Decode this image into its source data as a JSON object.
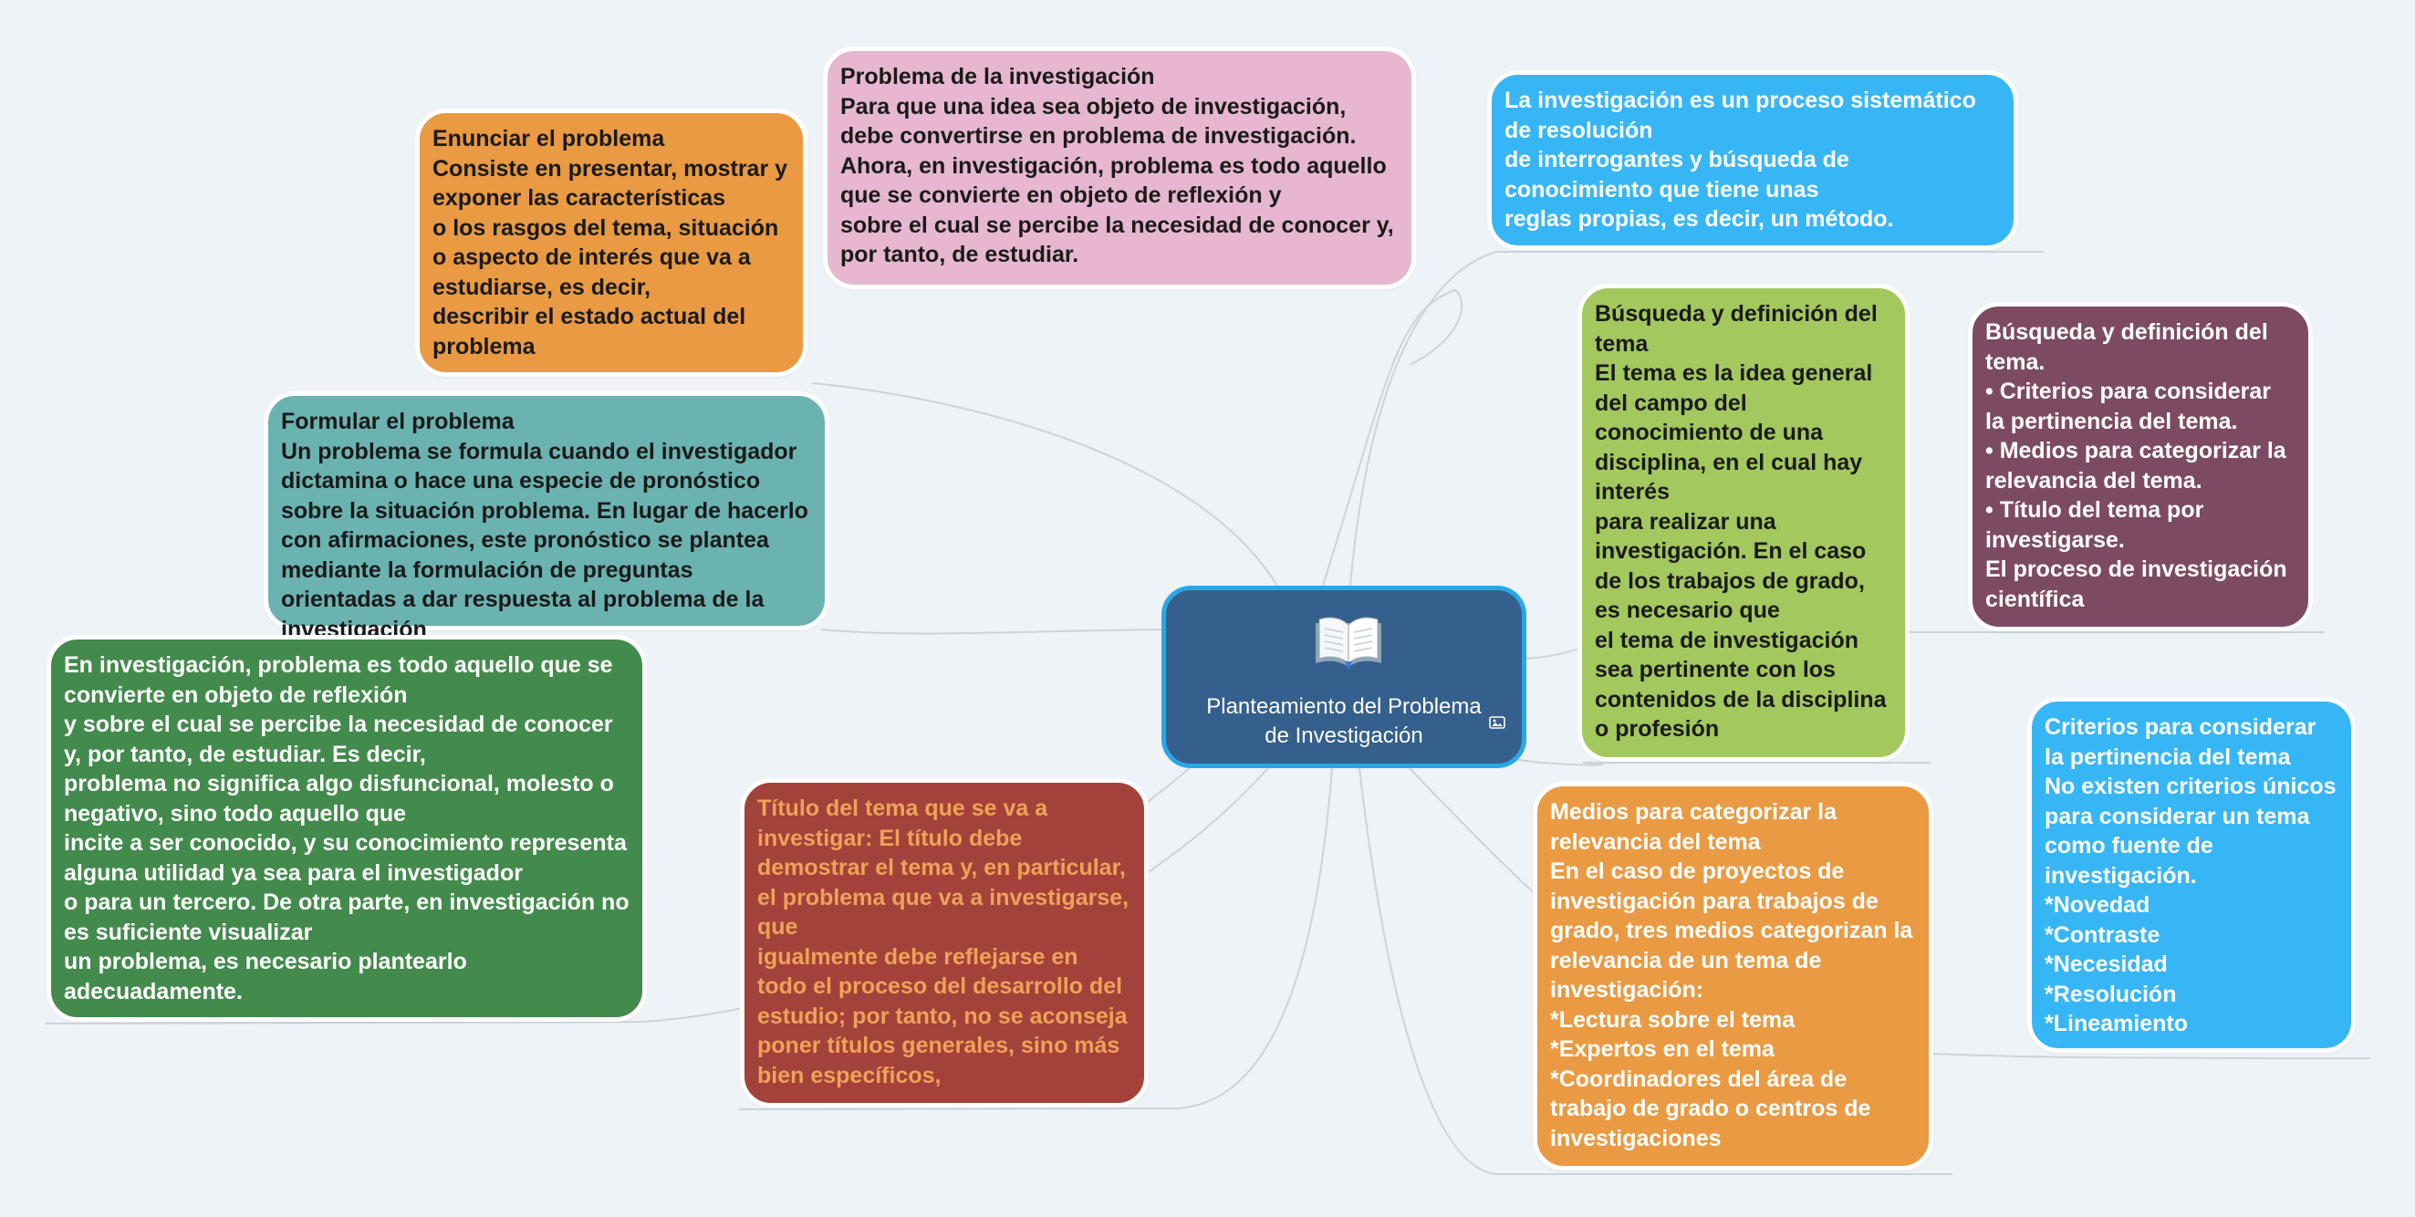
{
  "central": {
    "title": "Planteamiento del Problema\nde Investigación",
    "icon": "open-book-icon",
    "badge_icon": "image-icon",
    "color": "#355f8c",
    "border_color": "#27a8e8"
  },
  "nodes": [
    {
      "id": "problema-investigacion",
      "color": "#e6b7cf",
      "text_color": "#1a1a1a",
      "text": "Problema de la investigación\nPara que una idea sea objeto de investigación, debe convertirse en problema de investigación.\nAhora, en investigación, problema es todo aquello que se convierte en objeto de reflexión y\nsobre el cual se percibe la necesidad de conocer y, por tanto, de estudiar."
    },
    {
      "id": "enunciar-problema",
      "color": "#e99a42",
      "text_color": "#1a1a1a",
      "text": "Enunciar el problema\nConsiste en presentar, mostrar y exponer las características\no los rasgos del tema, situación o aspecto de interés que va a estudiarse, es decir,\ndescribir el estado actual del problema"
    },
    {
      "id": "formular-problema",
      "color": "#6bb3b1",
      "text_color": "#1a1a1a",
      "text": "Formular el problema\nUn problema se formula cuando el investigador dictamina o hace una especie de pronóstico sobre la situación problema. En lugar de hacerlo con afirmaciones, este pronóstico se plantea mediante la formulación de preguntas orientadas a dar respuesta al problema de la investigación"
    },
    {
      "id": "problema-definicion",
      "color": "#438a4d",
      "text_color": "#ffffff",
      "text": "En investigación, problema es todo aquello que se convierte en objeto de reflexión\ny sobre el cual se percibe la necesidad de conocer y, por tanto, de estudiar. Es decir,\nproblema no significa algo disfuncional, molesto o negativo, sino todo aquello que\nincite a ser conocido, y su conocimiento representa alguna utilidad ya sea para el investigador\no para un tercero. De otra parte, en investigación no es suficiente visualizar\nun problema, es necesario plantearlo adecuadamente."
    },
    {
      "id": "titulo-tema",
      "color": "#a3423a",
      "text_color": "#f0a15a",
      "text": "Título del tema que se va a investigar: El título debe demostrar el tema y, en particular, el problema que va a investigarse, que\nigualmente debe reflejarse en todo el proceso del desarrollo del estudio; por tanto, no se aconseja poner títulos generales, sino más bien específicos,"
    },
    {
      "id": "proceso-sistematico",
      "color": "#37b6f6",
      "text_color": "#ffffff",
      "text": "La investigación es un proceso sistemático de resolución\nde interrogantes y búsqueda de conocimiento que tiene unas\nreglas propias, es decir, un método."
    },
    {
      "id": "busqueda-definicion",
      "color": "#a3c85e",
      "text_color": "#1a1a1a",
      "text": "Búsqueda y definición del tema\nEl tema es la idea general del campo del conocimiento de una disciplina, en el cual hay interés\npara realizar una investigación. En el caso de los trabajos de grado, es necesario que\nel tema de investigación sea pertinente con los contenidos de la disciplina o profesión"
    },
    {
      "id": "busqueda-lista",
      "color": "#7c4b62",
      "text_color": "#ffffff",
      "text": "Búsqueda y definición del tema.\n• Criterios para considerar la pertinencia del tema.\n• Medios para categorizar la relevancia del tema.\n• Título del tema por investigarse.\nEl proceso de investigación científica"
    },
    {
      "id": "medios-categorizar",
      "color": "#e99a42",
      "text_color": "#ffffff",
      "text": "Medios para categorizar la relevancia del tema\nEn el caso de proyectos de investigación para trabajos de grado, tres medios categorizan la relevancia de un tema de investigación:\n*Lectura sobre el tema\n*Expertos en el tema\n*Coordinadores del área de trabajo de grado o centros de investigaciones"
    },
    {
      "id": "criterios-pertinencia",
      "color": "#37b6f6",
      "text_color": "#ffffff",
      "text": "Criterios para considerar la pertinencia del tema\nNo existen criterios únicos para considerar un tema como fuente de investigación.\n*Novedad\n*Contraste\n*Necesidad\n*Resolución\n*Lineamiento"
    }
  ]
}
